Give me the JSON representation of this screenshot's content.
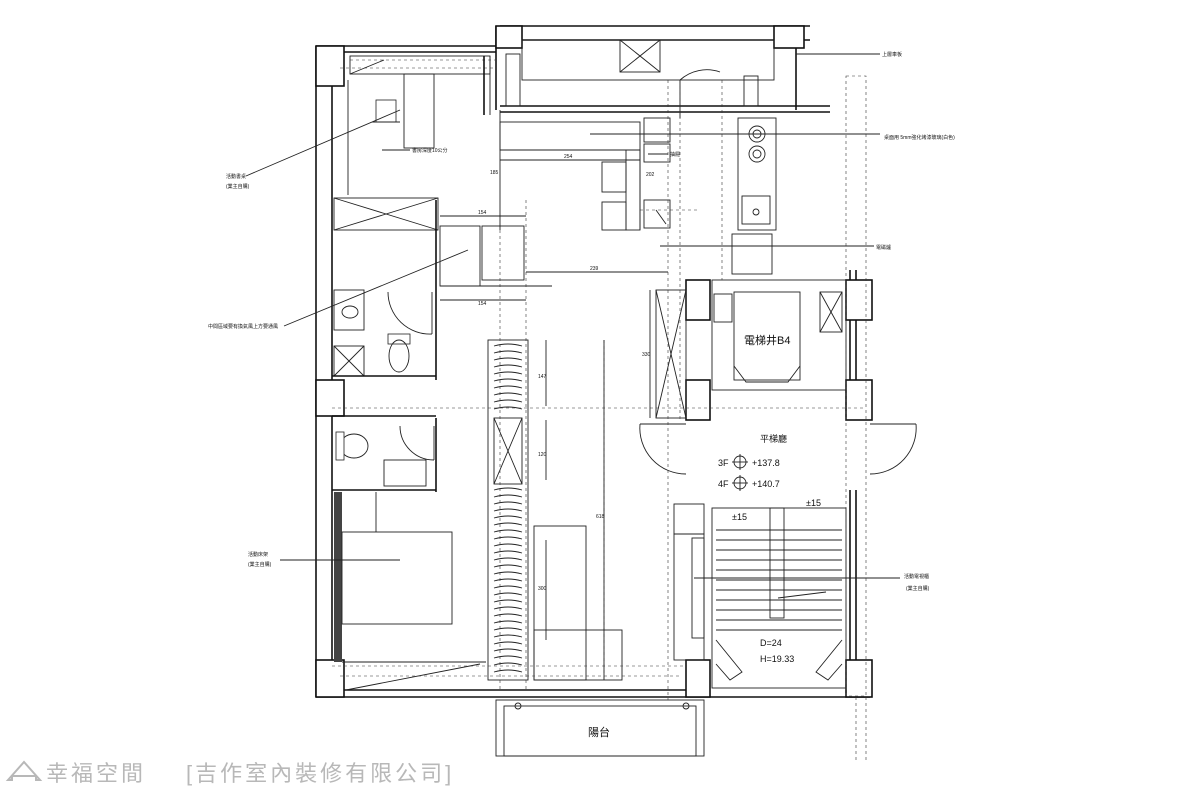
{
  "labels": {
    "top_glass": "上層車板",
    "counter_top": "桌面用 5mm強化烤漆玻璃(白色)",
    "dining": "抽屜",
    "fridge": "電磁爐",
    "desk": "活動書桌",
    "desk_note": "(業主自購)",
    "shelf": "書房深度10公分",
    "ventilation": "中間區域要有換氣風上方要通風",
    "bed": "活動床架",
    "bed_note": "(業主自購)",
    "tv": "活動電視櫃",
    "tv_note": "(業主自購)",
    "elevator": "電梯井B4",
    "stair_hall": "平梯廳",
    "floor_3f": "3F",
    "level_3f": "+137.8",
    "floor_4f": "4F",
    "level_4f": "+140.7",
    "step_d": "D=24",
    "step_h": "H=19.33",
    "lvl_a": "±15",
    "lvl_b": "±15",
    "balcony": "陽台"
  },
  "dims": {
    "d254": "254",
    "d154a": "154",
    "d239": "239",
    "d154b": "154",
    "d147": "147",
    "d120": "120",
    "d618": "618",
    "d300": "300",
    "d330": "330",
    "d185": "185",
    "d202": "202"
  },
  "watermark": {
    "brand": "幸福空間",
    "company": "[吉作室內裝修有限公司]"
  }
}
